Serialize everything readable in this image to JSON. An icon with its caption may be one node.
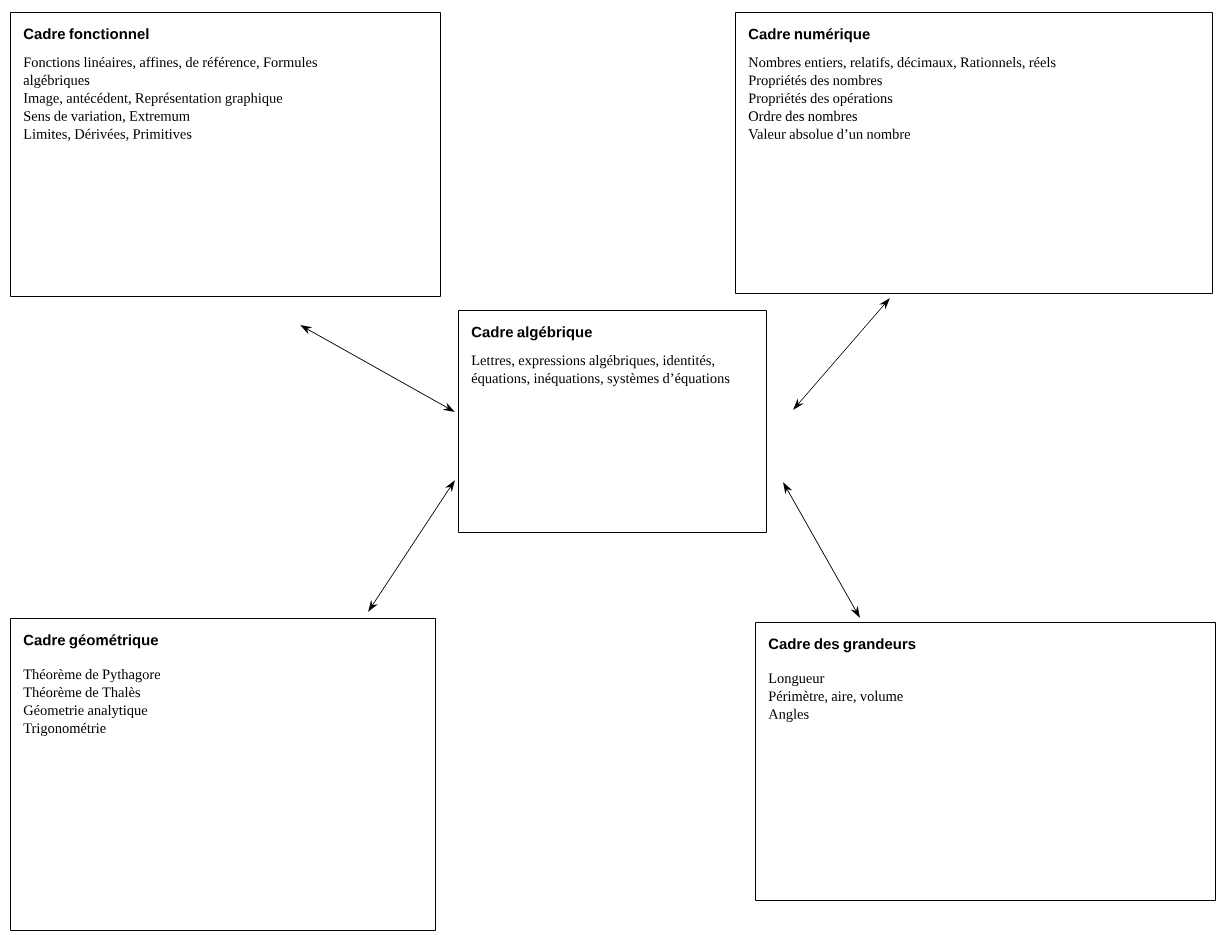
{
  "diagram": {
    "nodes": [
      {
        "text": [
          "Cadre fonctionnel",
          "Fonctions linéaires, affines, de référence, Formules algébriques",
          "Image, antécédent, Représentation graphique",
          "Sens de variation, Extremum",
          "Limites, Dérivées, Primitives"
        ]
      },
      {
        "text": [
          "Cadre numérique",
          "Nombres entiers, relatifs, décimaux, Rationnels, réels",
          "Propriétés des nombres",
          "Propriétés des opérations",
          "Ordre des nombres",
          "Valeur absolue d’un nombre"
        ]
      },
      {
        "text": [
          "Cadre algébrique",
          "Lettres, expressions algébriques, identités, équations, inéquations, systèmes d’équations"
        ]
      },
      {
        "text": [
          "Cadre géométrique",
          "Théorème de Pythagore",
          "Théorème de Thalès",
          "Géometrie analytique",
          "Trigonométrie"
        ]
      },
      {
        "text": [
          "Cadre des grandeurs",
          "Longueur",
          "Périmètre, aire, volume",
          "Angles"
        ]
      }
    ],
    "edges": [
      {
        "from": 0,
        "to": 2,
        "arrow": "both"
      },
      {
        "from": 1,
        "to": 2,
        "arrow": "both"
      },
      {
        "from": 2,
        "to": 3,
        "arrow": "both"
      },
      {
        "from": 2,
        "to": 4,
        "arrow": "both"
      }
    ]
  }
}
